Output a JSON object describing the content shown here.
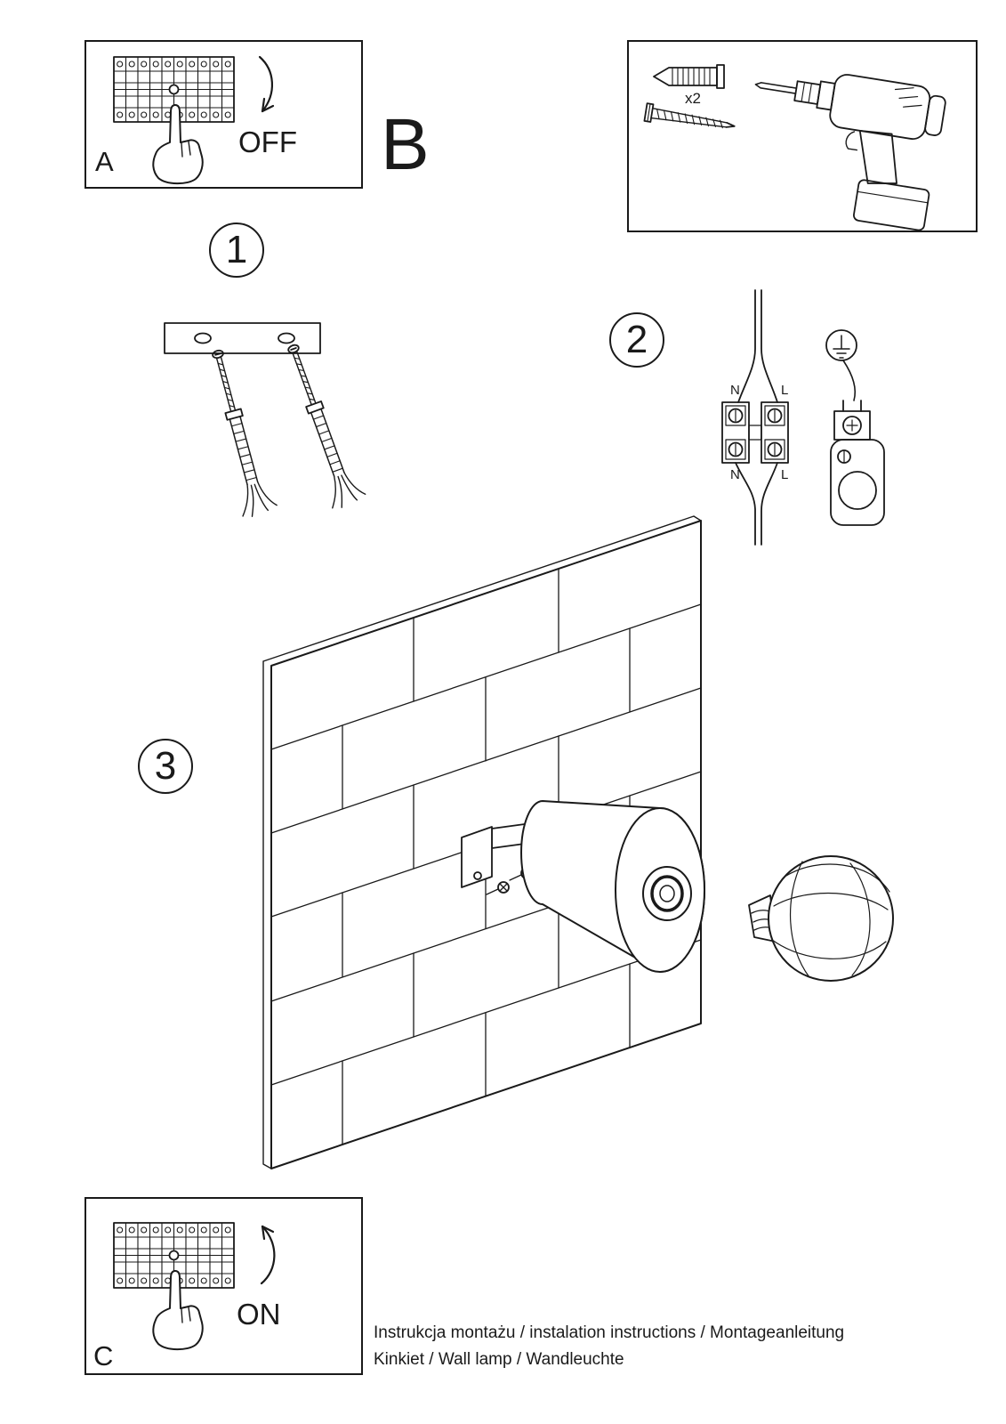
{
  "colors": {
    "ink": "#1a1a1a",
    "background": "#ffffff"
  },
  "labels": {
    "panel_a": "A",
    "panel_a_state": "OFF",
    "panel_b": "B",
    "anchor_count": "x2",
    "panel_c": "C",
    "panel_c_state": "ON",
    "step_1": "1",
    "step_2": "2",
    "step_3": "3"
  },
  "terminal": {
    "top_left": "N",
    "top_right": "L",
    "bottom_left": "N",
    "bottom_right": "L"
  },
  "footer": {
    "line1": "Instrukcja montażu / instalation instructions / Montageanleitung",
    "line2": "Kinkiet / Wall lamp / Wandleuchte"
  }
}
